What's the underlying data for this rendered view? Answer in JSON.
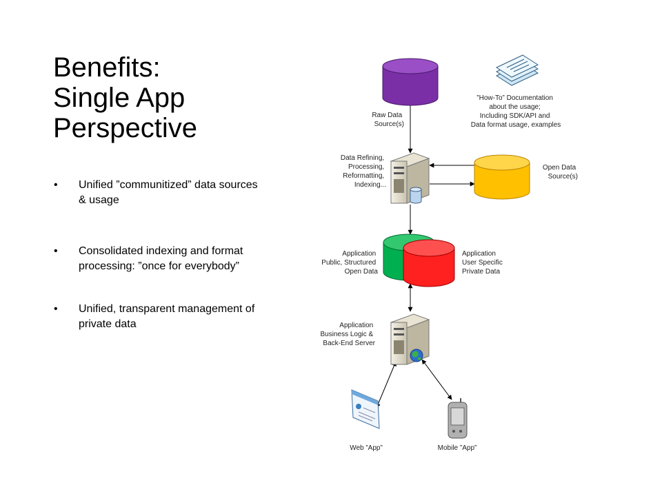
{
  "slide": {
    "title_lines": [
      "Benefits:",
      "Single App",
      "Perspective"
    ],
    "bullets": [
      "Unified ”communitized” data sources & usage",
      "Consolidated indexing and format processing: ”once for everybody”",
      "Unified, transparent management of private data"
    ]
  },
  "diagram": {
    "raw_data": [
      "Raw Data",
      "Source(s)"
    ],
    "docs": [
      "”How-To” Documentation",
      "about the usage;",
      "Including SDK/API and",
      "Data format usage, examples"
    ],
    "refining": [
      "Data Refining,",
      "Processing,",
      "Reformatting,",
      "Indexing..."
    ],
    "open_data": [
      "Open Data",
      "Source(s)"
    ],
    "public_data": [
      "Application",
      "Public, Structured",
      "Open Data"
    ],
    "private_data": [
      "Application",
      "User Specific",
      "Private Data"
    ],
    "backend": [
      "Application",
      "Business Logic &",
      "Back-End Server"
    ],
    "web_app": "Web ”App”",
    "mobile_app": "Mobile ”App”",
    "colors": {
      "raw_data": "#7a2fa6",
      "open_data": "#ffc000",
      "public_data": "#00b050",
      "private_data": "#ff2020"
    }
  }
}
